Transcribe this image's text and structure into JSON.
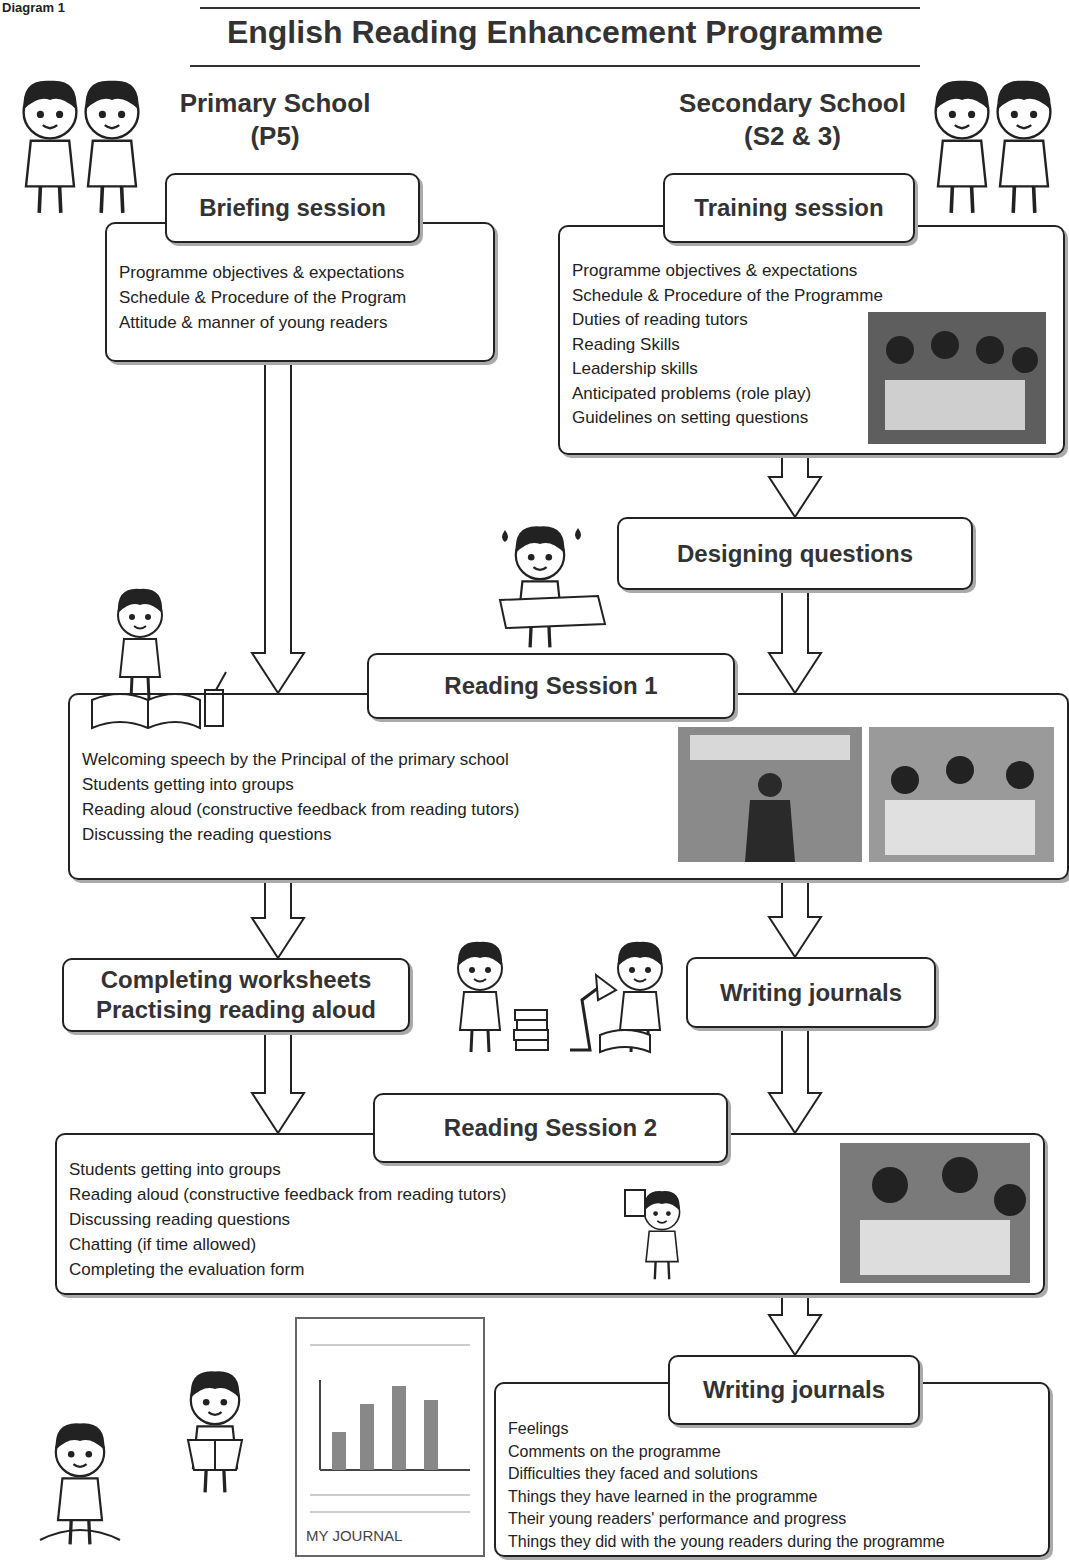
{
  "diagram": {
    "title": "English Reading Enhancement Programme",
    "nodes": [
      {
        "text": [
          "Briefing session",
          "Programme objectives & expectations",
          "Schedule & Procedure of the Program",
          "Attitude & manner of young readers"
        ]
      },
      {
        "text": [
          "Training session",
          "Programme objectives & expectations",
          "Schedule & Procedure of the Programme",
          "Duties of reading tutors",
          "Reading Skills",
          "Leadership skills",
          "Anticipated problems (role play)",
          "Guidelines on setting questions"
        ]
      },
      {
        "text": [
          "Designing questions"
        ]
      },
      {
        "text": [
          "Reading Session 1",
          "Welcoming speech by the Principal of the primary school",
          "Students getting into groups",
          "Reading aloud (constructive feedback from reading tutors)",
          "Discussing the reading questions"
        ]
      },
      {
        "text": [
          "Completing worksheets",
          "Practising reading aloud"
        ]
      },
      {
        "text": [
          "Writing journals"
        ]
      },
      {
        "text": [
          "Reading Session 2",
          "Students getting into groups",
          "Reading aloud (constructive feedback from reading tutors)",
          "Discussing reading questions",
          "Chatting (if time allowed)",
          "Completing the evaluation form"
        ]
      },
      {
        "text": [
          "Writing journals",
          "Feelings",
          "Comments on the programme",
          "Difficulties they faced and solutions",
          "Things they have learned in the programme",
          "Their young readers' performance and progress",
          "Things they did with the young readers during the programme"
        ]
      }
    ],
    "edges": [
      {
        "from": 0,
        "to": 3,
        "arrow": "to"
      },
      {
        "from": 1,
        "to": 2,
        "arrow": "to"
      },
      {
        "from": 2,
        "to": 3,
        "arrow": "to"
      },
      {
        "from": 3,
        "to": 4,
        "arrow": "to"
      },
      {
        "from": 3,
        "to": 5,
        "arrow": "to"
      },
      {
        "from": 4,
        "to": 6,
        "arrow": "to"
      },
      {
        "from": 5,
        "to": 6,
        "arrow": "to"
      },
      {
        "from": 6,
        "to": 7,
        "arrow": "to"
      }
    ],
    "labels": [
      "Diagram 1",
      "Primary School",
      "(P5)",
      "Secondary School",
      "(S2 & 3)",
      "MY JOURNAL"
    ]
  }
}
